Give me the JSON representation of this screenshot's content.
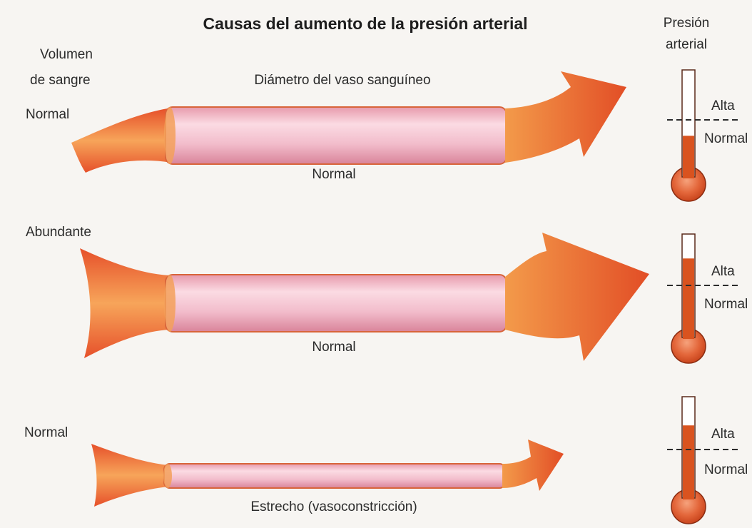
{
  "title": "Causas del aumento de la presión arterial",
  "header": {
    "volume_label": [
      "Volumen",
      "de sangre"
    ],
    "diameter_label": "Diámetro del vaso sanguíneo",
    "pressure_label": [
      "Presión",
      "arterial"
    ]
  },
  "rows": [
    {
      "volume": "Normal",
      "diameter": "Normal",
      "pressure_high": "Alta",
      "pressure_normal": "Normal",
      "pressure_level": 0.35
    },
    {
      "volume": "Abundante",
      "diameter": "Normal",
      "pressure_high": "Alta",
      "pressure_normal": "Normal",
      "pressure_level": 0.75
    },
    {
      "volume": "Normal",
      "diameter": "Estrecho (vasoconstricción)",
      "pressure_high": "Alta",
      "pressure_normal": "Normal",
      "pressure_level": 0.7
    }
  ],
  "colors": {
    "flow_orange": "#e8552a",
    "flow_light": "#f5a14e",
    "vessel_pink": "#f0b8c6",
    "vessel_edge": "#d8643a",
    "mercury": "#d9531f",
    "background": "#f7f5f2"
  }
}
